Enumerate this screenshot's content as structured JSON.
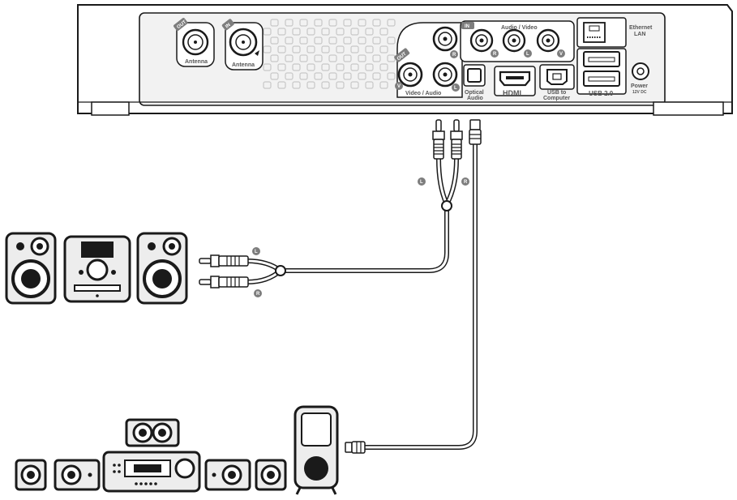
{
  "device": {
    "ports": {
      "antenna_out_tag": "OUT",
      "antenna_out_label": "Antenna",
      "antenna_in_tag": "IN",
      "antenna_in_label": "Antenna",
      "av_out_tag": "OUT",
      "av_out_label": "Video / Audio",
      "av_in_tag": "IN",
      "av_in_label": "Audio / Video",
      "optical_label_1": "Optical",
      "optical_label_2": "Audio",
      "hdmi_label": "HDMI",
      "usb_computer_label_1": "USB to",
      "usb_computer_label_2": "Computer",
      "usb2_label": "USB 2.0",
      "ethernet_label_1": "Ethernet",
      "ethernet_label_2": "LAN",
      "power_label": "Power",
      "power_sub_label": "12V DC"
    },
    "jack_letters": {
      "out_v": "V",
      "out_r": "R",
      "out_l": "L",
      "in_r": "R",
      "in_l": "L",
      "in_v": "V"
    }
  },
  "cables": {
    "top_left_plug": "L",
    "top_right_plug": "R",
    "left_top_plug": "L",
    "left_bottom_plug": "R"
  },
  "colors": {
    "outline": "#1a1a1a",
    "panel": "#f2f2f2",
    "speaker_body": "#ededed",
    "badge": "#7d7d7d",
    "cable_fill": "#ffffff"
  }
}
